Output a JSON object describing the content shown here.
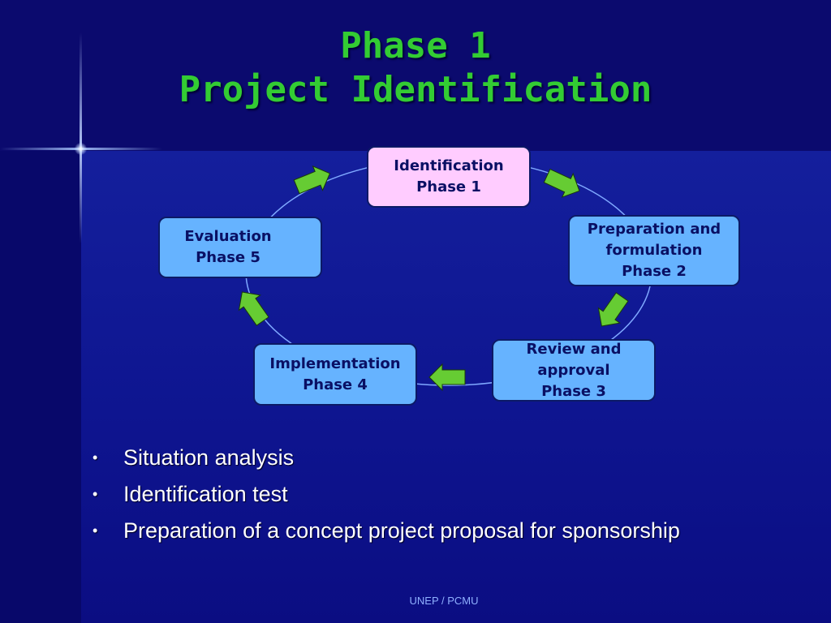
{
  "slide": {
    "title_line1": "Phase 1",
    "title_line2": "Project Identification",
    "footer": "UNEP / PCMU"
  },
  "phases": [
    {
      "line1": "Identification",
      "line2": "Phase 1"
    },
    {
      "line1": "Preparation and",
      "line2": "formulation",
      "line3": "Phase 2"
    },
    {
      "line1": "Review and",
      "line2": "approval",
      "line3": "Phase 3"
    },
    {
      "line1": "Implementation",
      "line2": "Phase 4"
    },
    {
      "line1": "Evaluation",
      "line2": "Phase 5"
    }
  ],
  "bullets": [
    "Situation analysis",
    "Identification test",
    "Preparation of a concept project proposal for sponsorship"
  ],
  "bullet_marker": "•",
  "colors": {
    "title": "#33cc33",
    "box_fill": "#66b3ff",
    "box_highlight_fill": "#ffccff",
    "arrow_fill": "#66cc33",
    "cycle_line": "#7fa8ff",
    "background": "#0a0a78"
  }
}
